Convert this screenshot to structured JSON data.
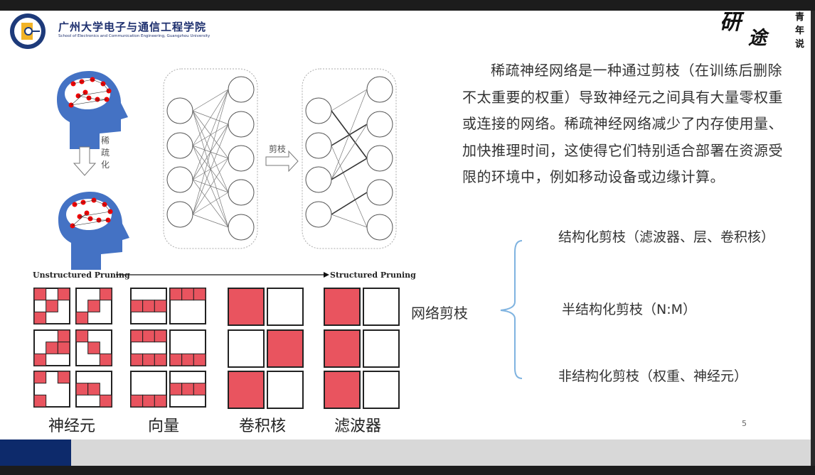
{
  "header": {
    "school_cn": "广州大学电子与通信工程学院",
    "school_en": "School of Electronics and Communication Engineering, Guangzhou University"
  },
  "brand": {
    "main1": "研",
    "main2": "途",
    "side": "青年说"
  },
  "figure": {
    "sparsify_label": "稀疏化",
    "prune_label": "剪枝",
    "axis_left": "Unstructured Pruning",
    "axis_right": "Structured Pruning",
    "captions": [
      "神经元",
      "向量",
      "卷积核",
      "滤波器"
    ]
  },
  "paragraph": "稀疏神经网络是一种通过剪枝（在训练后删除不太重要的权重）导致神经元之间具有大量零权重或连接的网络。稀疏神经网络减少了内存使用量、加快推理时间，这使得它们特别适合部署在资源受限的环境中，例如移动设备或边缘计算。",
  "tree": {
    "root": "网络剪枝",
    "branches": [
      "结构化剪枝（滤波器、层、卷积核）",
      "半结构化剪枝（N:M）",
      "非结构化剪枝（权重、神经元）"
    ]
  },
  "page_number": "5",
  "colors": {
    "red": "#e9545f",
    "blue": "#4472c4",
    "navy": "#0d2a6b"
  }
}
